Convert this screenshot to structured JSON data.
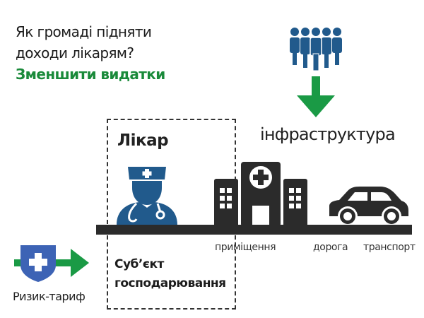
{
  "heading": {
    "question_line1": "Як громаді підняти",
    "question_line2": "доходи лікарям?",
    "answer": "Зменшити видатки"
  },
  "doctor_box": {
    "title": "Лікар",
    "subtitle_line1": "Суб’єкт",
    "subtitle_line2": "господарювання"
  },
  "infrastructure": {
    "title": "інфраструктура",
    "items": [
      {
        "label": "приміщення",
        "icon": "hospital-building-icon"
      },
      {
        "label": "дорога",
        "icon": "road-icon"
      },
      {
        "label": "транспорт",
        "icon": "car-icon"
      }
    ]
  },
  "risk": {
    "label": "Ризик-тариф",
    "icon": "shield-cross-icon"
  },
  "icons": {
    "people": "people-group-icon",
    "down_arrow": "arrow-down-icon",
    "right_arrow": "arrow-right-icon",
    "doctor": "doctor-icon"
  },
  "colors": {
    "green": "#1a9a45",
    "answer_green": "#1a8a3a",
    "blue": "#215a8c",
    "shield_blue": "#3d63b5",
    "dark": "#2b2b2b"
  }
}
